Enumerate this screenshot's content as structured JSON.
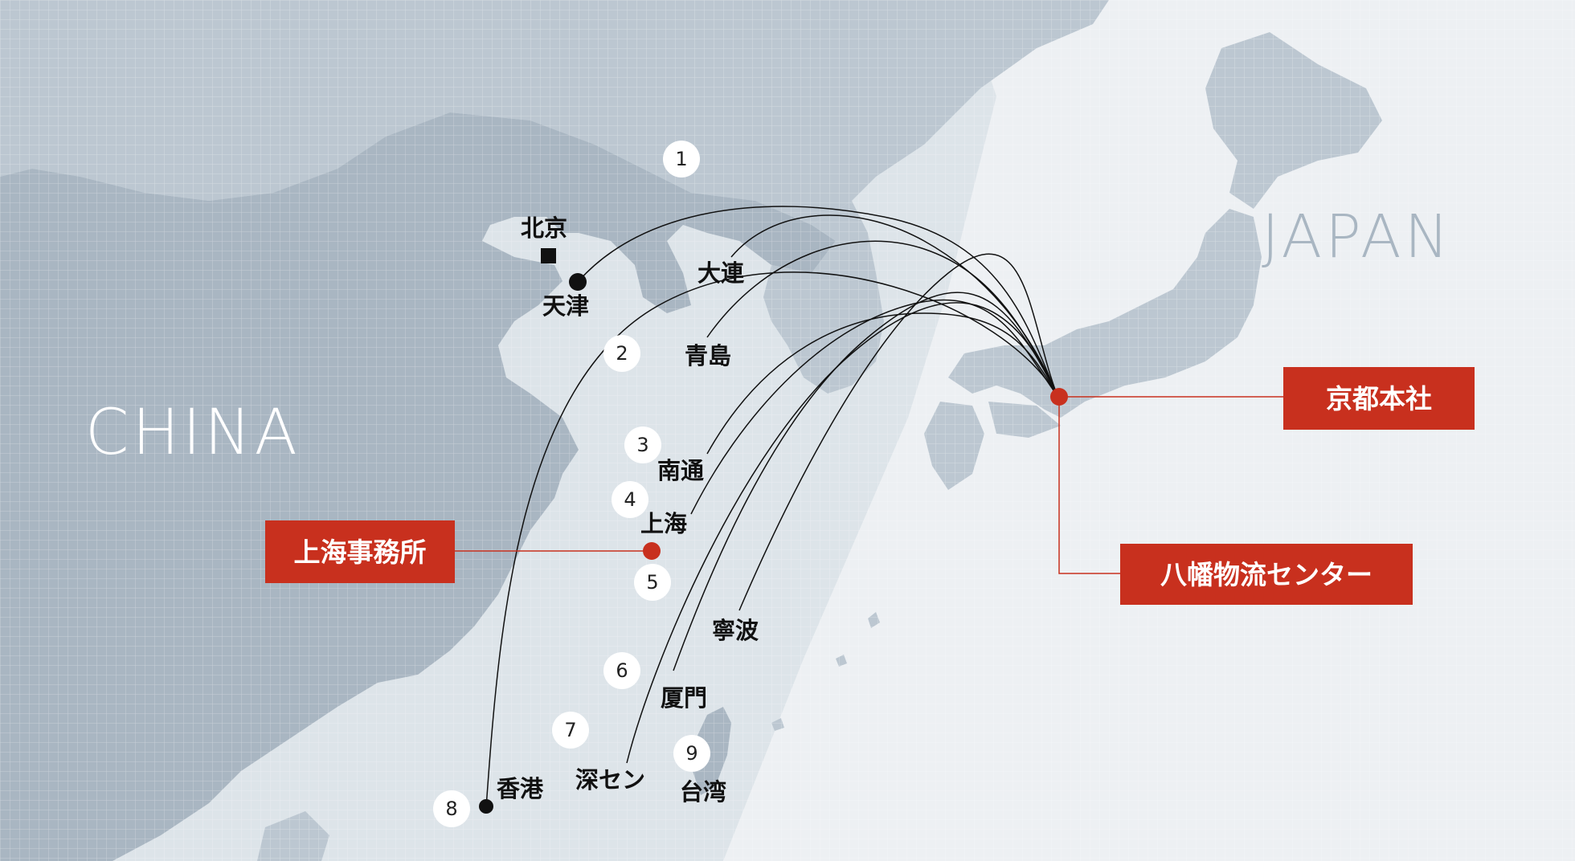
{
  "countries": {
    "china": "CHINA",
    "japan": "JAPAN"
  },
  "cities": {
    "beijing": "北京",
    "tianjin": "天津",
    "dalian": "大連",
    "qingdao": "青島",
    "nantong": "南通",
    "shanghai": "上海",
    "ningbo": "寧波",
    "xiamen": "厦門",
    "shenzhen": "深セン",
    "hongkong": "香港",
    "taiwan": "台湾"
  },
  "markers": [
    "1",
    "2",
    "3",
    "4",
    "5",
    "6",
    "7",
    "8",
    "9"
  ],
  "offices": {
    "kyoto_hq": "京都本社",
    "shanghai_office": "上海事務所",
    "yawata_center": "八幡物流センター"
  },
  "colors": {
    "sea": "#dde4e9",
    "land_china": "#a9b6c2",
    "land_other": "#bcc7d1",
    "japan_sea": "#edf0f3",
    "accent_red": "#c8301e",
    "route_line": "#111111"
  }
}
